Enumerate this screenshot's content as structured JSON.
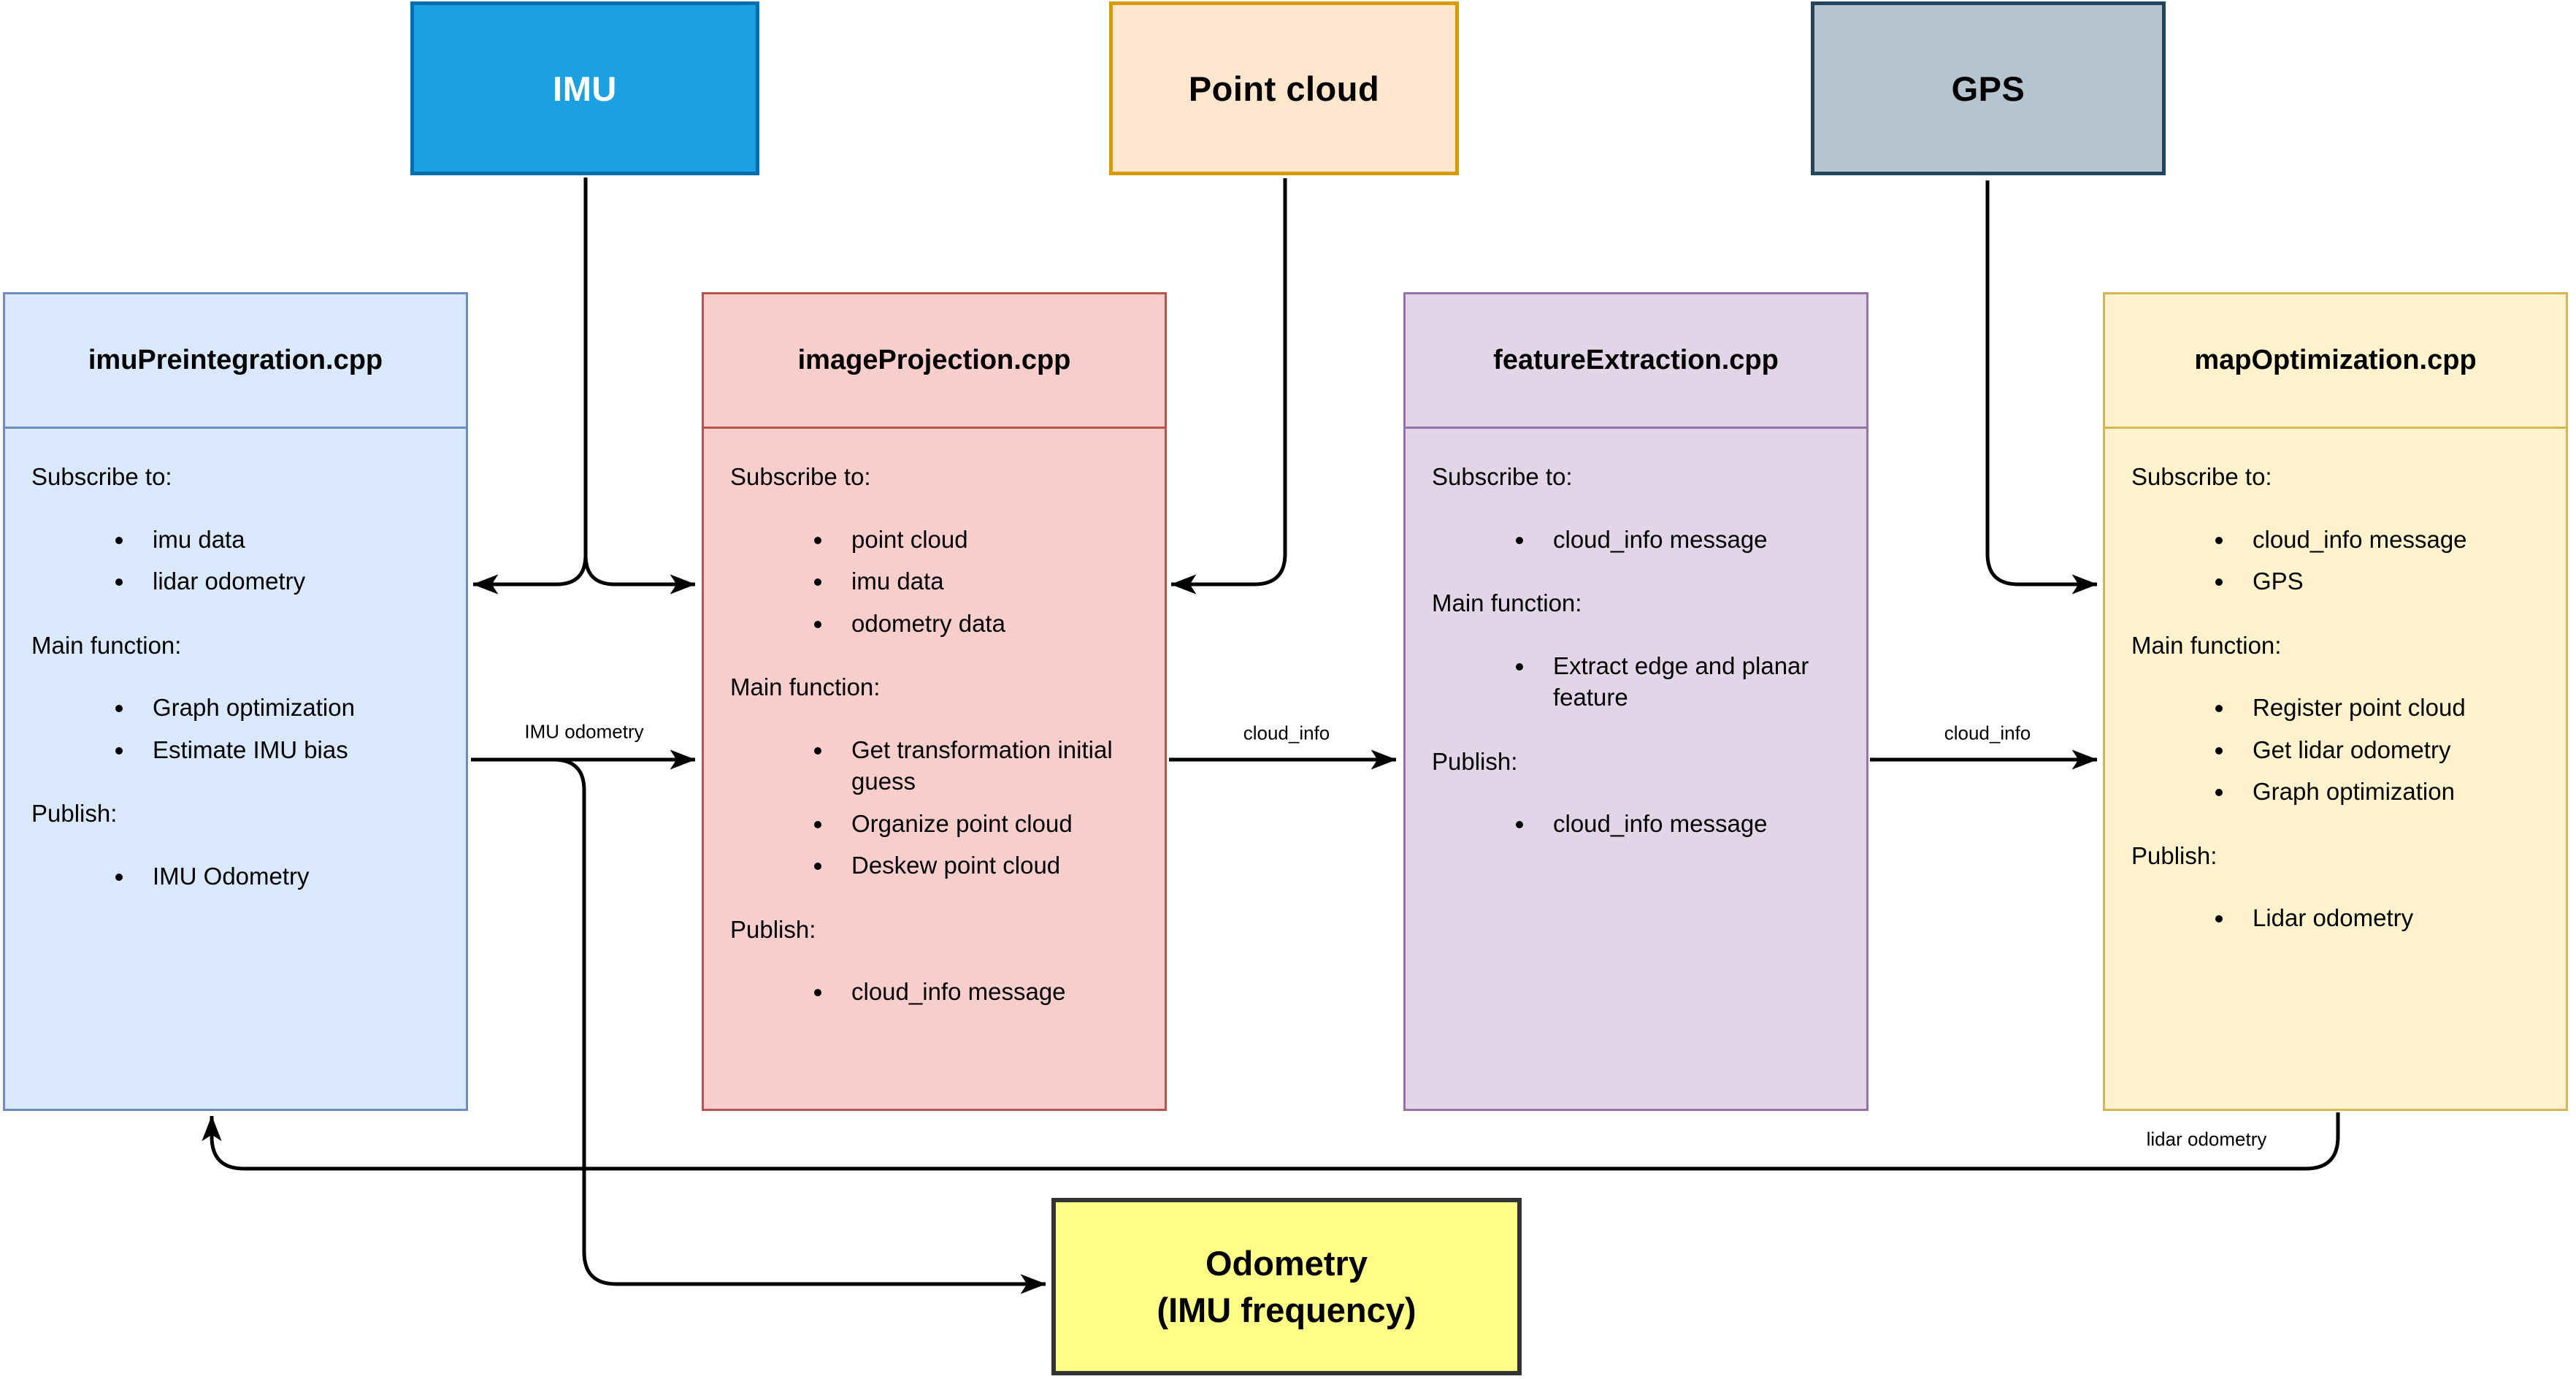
{
  "diagram": {
    "sources": [
      {
        "id": "imu",
        "label": "IMU",
        "fill": "#1BA1E2",
        "border": "#006EAF",
        "text_color": "#FFFFFF"
      },
      {
        "id": "point-cloud",
        "label": "Point cloud",
        "fill": "#FFE6CC",
        "border": "#D79B00",
        "text_color": "#000000"
      },
      {
        "id": "gps",
        "label": "GPS",
        "fill": "#B6C4CF",
        "border": "#23445D",
        "text_color": "#000000"
      }
    ],
    "modules": [
      {
        "id": "imu-preintegration",
        "title": "imuPreintegration.cpp",
        "fill": "#DAE8FC",
        "border": "#6C8EBF",
        "sections": [
          {
            "label": "Subscribe to:",
            "items": [
              "imu data",
              "lidar odometry"
            ]
          },
          {
            "label": "Main function:",
            "items": [
              "Graph optimization",
              "Estimate IMU bias"
            ]
          },
          {
            "label": "Publish:",
            "items": [
              "IMU Odometry"
            ]
          }
        ]
      },
      {
        "id": "image-projection",
        "title": "imageProjection.cpp",
        "fill": "#F8CECC",
        "border": "#B85450",
        "sections": [
          {
            "label": "Subscribe to:",
            "items": [
              "point cloud",
              "imu data",
              "odometry data"
            ]
          },
          {
            "label": "Main function:",
            "items": [
              "Get transformation initial guess",
              "Organize point cloud",
              "Deskew point cloud"
            ]
          },
          {
            "label": "Publish:",
            "items": [
              "cloud_info message"
            ]
          }
        ]
      },
      {
        "id": "feature-extraction",
        "title": "featureExtraction.cpp",
        "fill": "#E1D5E7",
        "border": "#9673A6",
        "sections": [
          {
            "label": "Subscribe to:",
            "items": [
              "cloud_info message"
            ]
          },
          {
            "label": "Main function:",
            "items": [
              "Extract edge and planar feature"
            ]
          },
          {
            "label": "Publish:",
            "items": [
              "cloud_info message"
            ]
          }
        ]
      },
      {
        "id": "map-optimization",
        "title": "mapOptimization.cpp",
        "fill": "#FFF2CC",
        "border": "#D6B656",
        "sections": [
          {
            "label": "Subscribe to:",
            "items": [
              "cloud_info message",
              "GPS"
            ]
          },
          {
            "label": "Main function:",
            "items": [
              "Register point cloud",
              "Get lidar odometry",
              "Graph optimization"
            ]
          },
          {
            "label": "Publish:",
            "items": [
              "Lidar odometry"
            ]
          }
        ]
      }
    ],
    "sink": {
      "id": "odometry-output",
      "label": "Odometry\n(IMU frequency)",
      "fill": "#FFFF88",
      "border": "#333333"
    },
    "edge_labels": [
      {
        "id": "imu-odometry",
        "text": "IMU odometry"
      },
      {
        "id": "cloud-info-1",
        "text": "cloud_info"
      },
      {
        "id": "cloud-info-2",
        "text": "cloud_info"
      },
      {
        "id": "lidar-odometry",
        "text": "lidar odometry"
      }
    ],
    "edge_color": "#000000"
  }
}
